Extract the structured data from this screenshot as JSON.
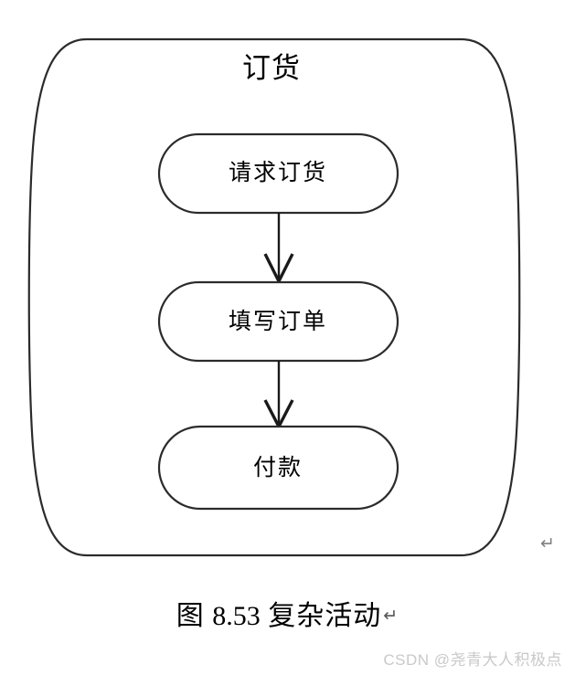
{
  "figure": {
    "composite_activity": {
      "title": "订货",
      "shape": "rounded-container",
      "border_color": "#2b2b2b"
    },
    "activities": [
      {
        "label": "请求订货",
        "shape": "stadium"
      },
      {
        "label": "填写订单",
        "shape": "stadium"
      },
      {
        "label": "付款",
        "shape": "stadium"
      }
    ],
    "transitions": [
      {
        "from": "请求订货",
        "to": "填写订单",
        "arrow": "open-v-arrowhead"
      },
      {
        "from": "填写订单",
        "to": "付款",
        "arrow": "open-v-arrowhead"
      }
    ],
    "return_mark": "↵"
  },
  "caption": {
    "prefix": "图",
    "number": "8.53",
    "title": "复杂活动",
    "return_mark": "↵"
  },
  "watermark": {
    "text": "CSDN @尧青大人积极点"
  }
}
